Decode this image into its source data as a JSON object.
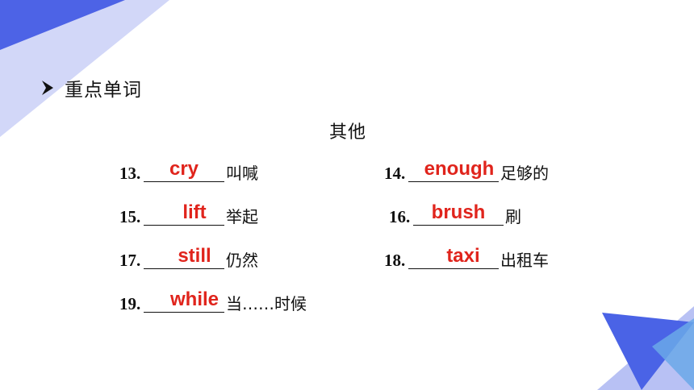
{
  "heading": "重点单词",
  "subheading": "其他",
  "colors": {
    "answer": "#e0241c",
    "deco_dark": "#5b6ee8",
    "deco_light": "#c7cdf6"
  },
  "items": [
    {
      "number": "13.",
      "answer": "cry",
      "meaning": "叫喊"
    },
    {
      "number": "14.",
      "answer": "enough",
      "meaning": "足够的"
    },
    {
      "number": "15.",
      "answer": "lift",
      "meaning": "举起"
    },
    {
      "number": "16.",
      "answer": "brush",
      "meaning": "刷"
    },
    {
      "number": "17.",
      "answer": "still",
      "meaning": "仍然"
    },
    {
      "number": "18.",
      "answer": "taxi",
      "meaning": "出租车"
    },
    {
      "number": "19.",
      "answer": "while",
      "meaning": "当……时候"
    }
  ]
}
